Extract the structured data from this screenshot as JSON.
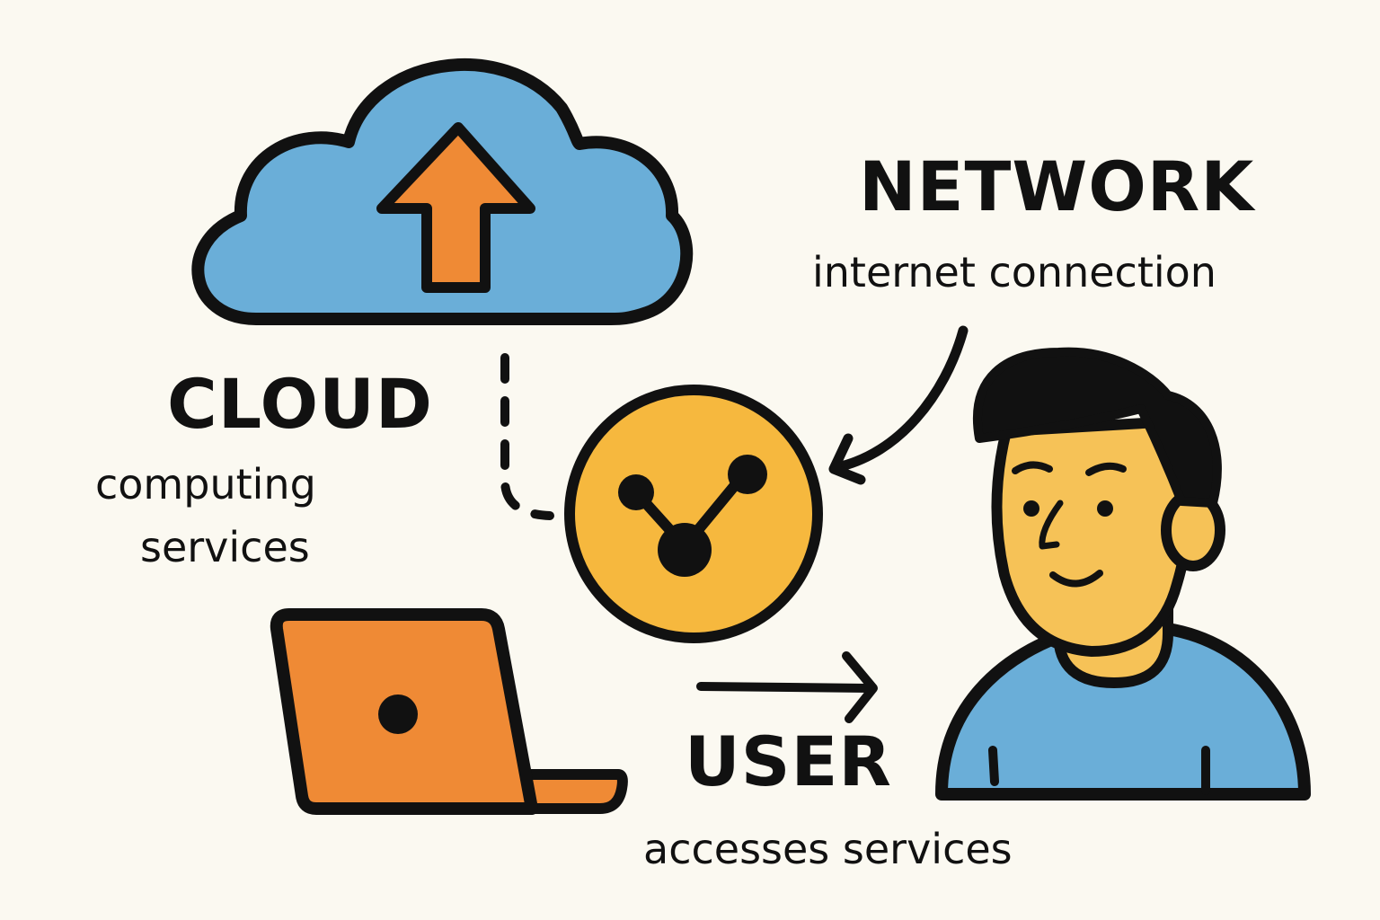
{
  "colors": {
    "background": "#fbf9f1",
    "outline": "#111111",
    "cloud_fill": "#6aaed8",
    "arrow_fill": "#ef8a35",
    "hub_fill": "#f6b83e",
    "laptop_fill": "#ef8a35",
    "skin_fill": "#f6c257",
    "shirt_fill": "#6aaed8"
  },
  "icons": [
    "cloud-upload-icon",
    "network-hub-icon",
    "laptop-icon",
    "user-icon"
  ],
  "cloud": {
    "title": "CLOUD",
    "desc_line1": "computing",
    "desc_line2": "services"
  },
  "network": {
    "title": "NETWORK",
    "desc": "internet connection"
  },
  "user": {
    "title": "USER",
    "desc": "accesses services"
  }
}
